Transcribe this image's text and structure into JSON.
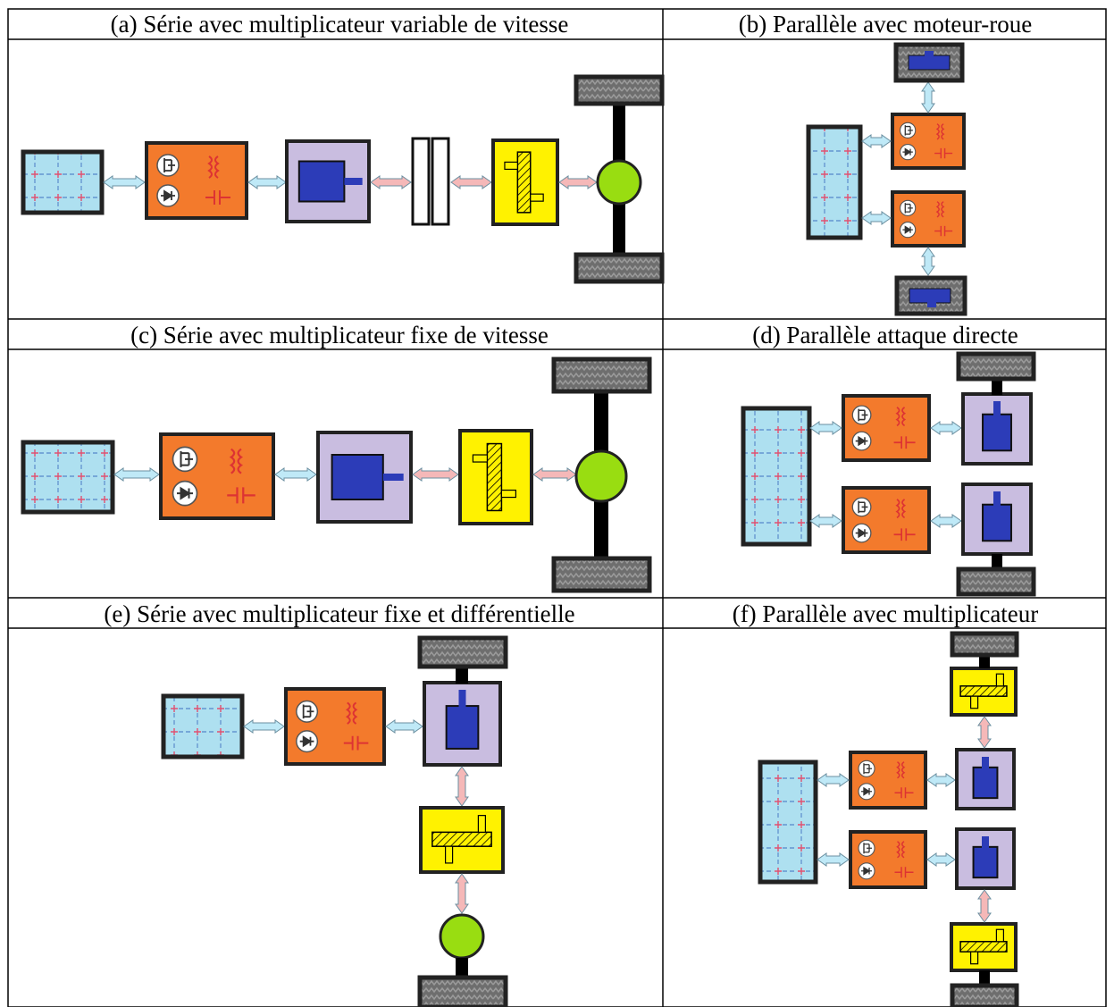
{
  "captions": {
    "a": "(a)  Série avec multiplicateur variable de vitesse",
    "b": "(b)  Parallèle avec moteur-roue",
    "c": "(c)  Série avec multiplicateur fixe de vitesse",
    "d": "(d)  Parallèle attaque directe",
    "e": "(e)  Série avec multiplicateur fixe et différentielle",
    "f": "(f)  Parallèle avec multiplicateur"
  },
  "colors": {
    "battery": "#aee0f0",
    "converter": "#f37a2c",
    "motor_box": "#c9bde0",
    "motor_core": "#2c3cb8",
    "gearbox": "#fff200",
    "wheel_hub": "#99dd11",
    "tire": "#555555",
    "arrow_electric": "#bfe9f7",
    "arrow_mechanical": "#f5b8b8"
  }
}
